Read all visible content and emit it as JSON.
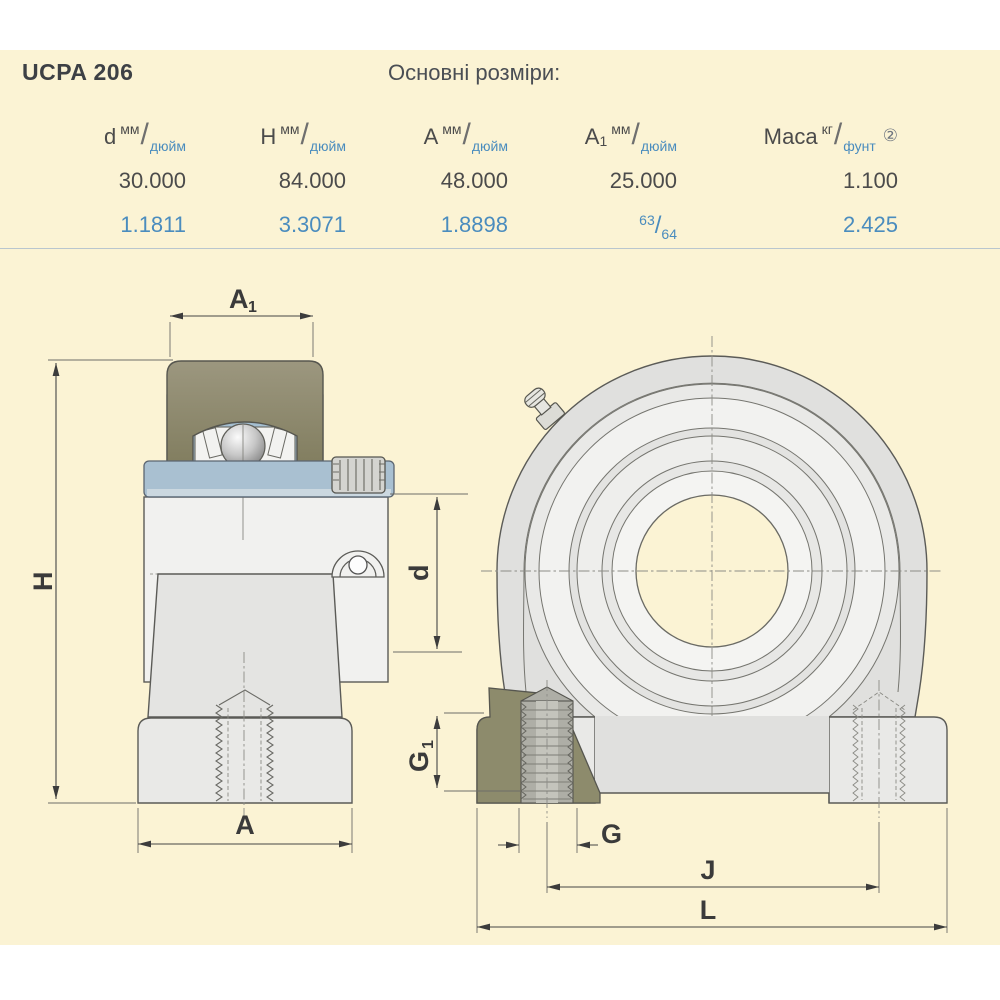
{
  "colors": {
    "panel_bg": "#fbf3d4",
    "accent_blue": "#4a8cbe",
    "text_dark": "#4b4b4b",
    "divider": "#b9c6ce",
    "cap_olive": "#94907a",
    "bearing_blue": "#a4bed0",
    "cut_olive": "#8d8b6c"
  },
  "header": {
    "model": "UCPA 206",
    "section_title": "Основні розміри:"
  },
  "table": {
    "slash": "/",
    "columns": [
      {
        "name": "d",
        "sub": "",
        "unit_top": "мм",
        "unit_bottom": "дюйм"
      },
      {
        "name": "H",
        "sub": "",
        "unit_top": "мм",
        "unit_bottom": "дюйм"
      },
      {
        "name": "A",
        "sub": "",
        "unit_top": "мм",
        "unit_bottom": "дюйм"
      },
      {
        "name": "A",
        "sub": "1",
        "unit_top": "мм",
        "unit_bottom": "дюйм"
      },
      {
        "name": "Маса",
        "sub": "",
        "unit_top": "кг",
        "unit_bottom": "фунт",
        "note": "②"
      }
    ],
    "mm_row": {
      "d": "30.000",
      "h": "84.000",
      "a": "48.000",
      "a1": "25.000",
      "mass": "1.100"
    },
    "inch_row": {
      "d": "1.1811",
      "h": "3.3071",
      "a": "1.8898",
      "a1_num": "63",
      "a1_den": "64",
      "mass": "2.425"
    }
  },
  "drawing": {
    "labels": {
      "a1_main": "A",
      "a1_sub": "1",
      "h": "H",
      "d": "d",
      "a": "A",
      "g1_main": "G",
      "g1_sub": "1",
      "g": "G",
      "j": "J",
      "l": "L"
    }
  }
}
